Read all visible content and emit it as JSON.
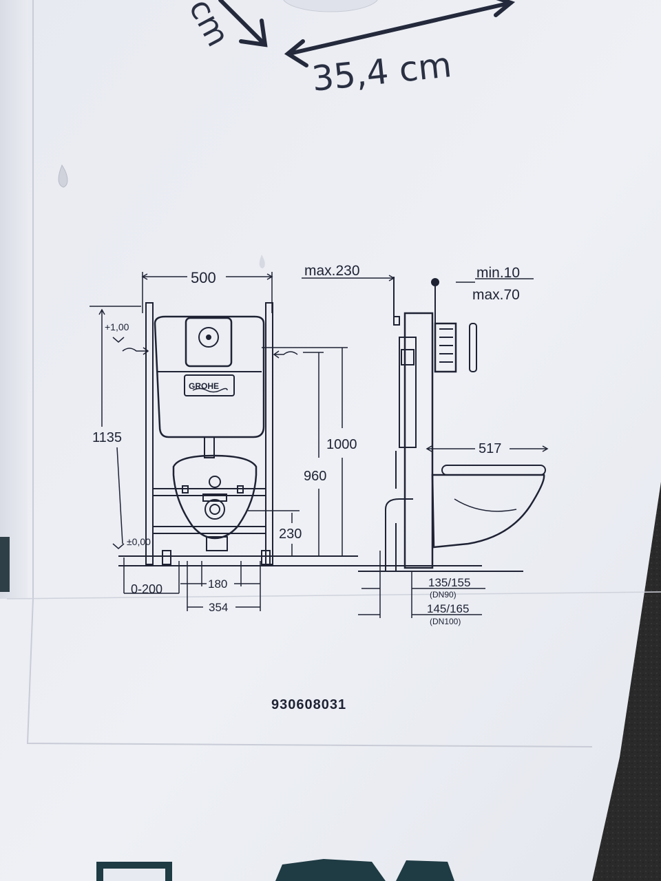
{
  "box_top": {
    "unit_left": "cm",
    "width_label": "35,4 cm"
  },
  "brand": "GROHE",
  "front_view": {
    "width_500": "500",
    "level_top": "+1,00",
    "height_1135": "1135",
    "height_1000": "1000",
    "height_960": "960",
    "height_230": "230",
    "level_zero": "±0,00",
    "offset": "0-200",
    "spacing_180": "180",
    "spacing_354": "354"
  },
  "side_view": {
    "max_230": "max.230",
    "min_10": "min.10",
    "max_70": "max.70",
    "depth_517": "517",
    "pipe_dn90": "135/155",
    "pipe_dn90_note": "(DN90)",
    "pipe_dn100": "145/165",
    "pipe_dn100_note": "(DN100)"
  },
  "article_number": "930608031",
  "colors": {
    "paper": "#eef0f5",
    "ink": "#1e2233",
    "box_teal": "#1f3b44",
    "asphalt": "#2b2b2b"
  }
}
